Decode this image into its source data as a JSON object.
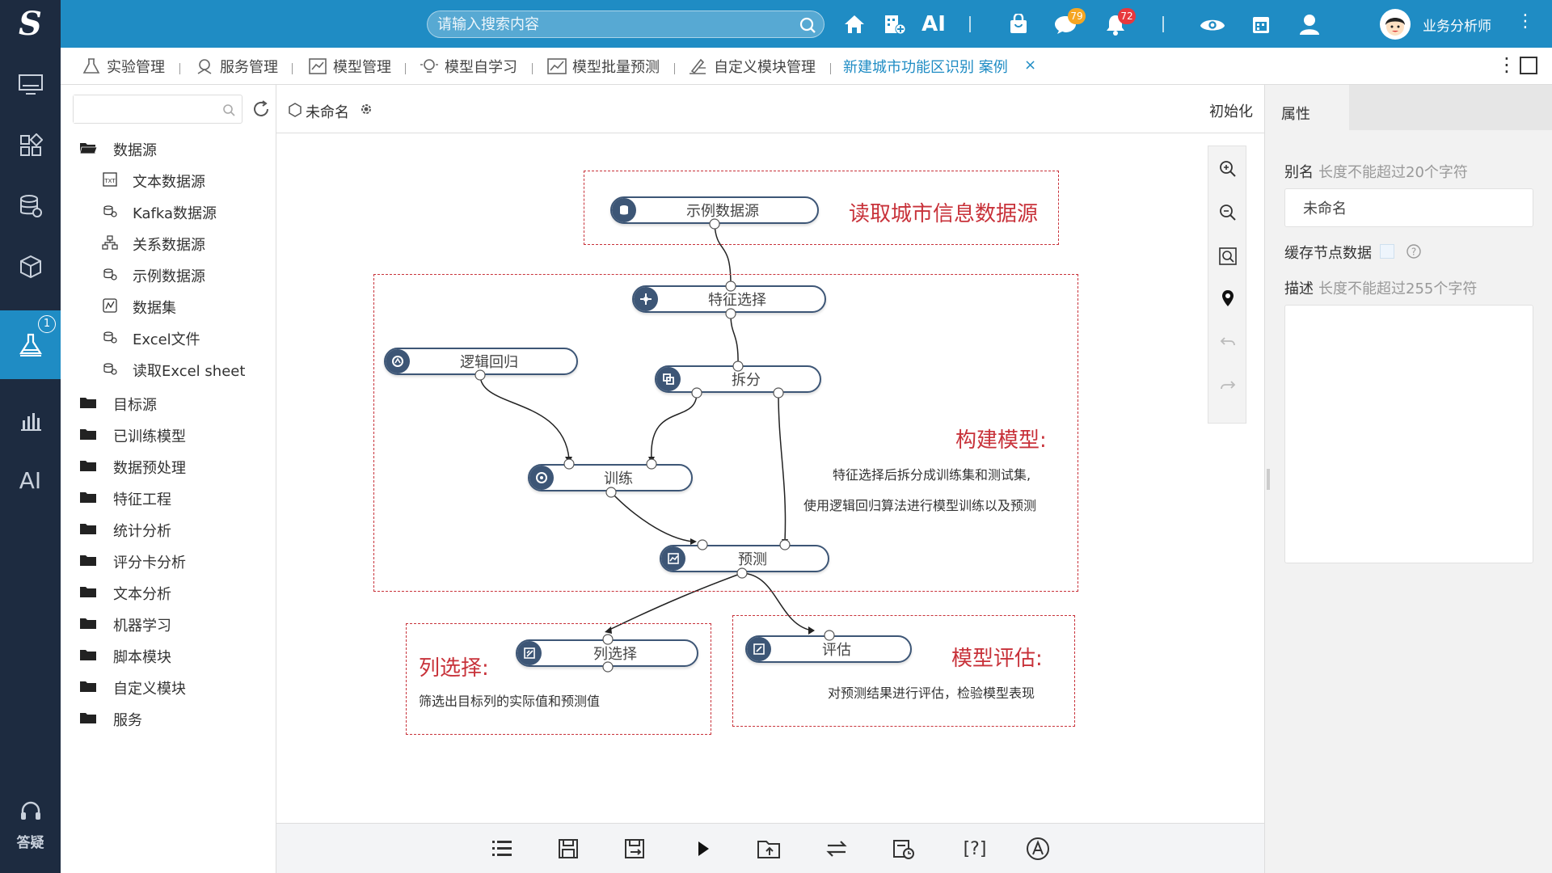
{
  "app": {
    "logo_text": "S"
  },
  "header": {
    "search_placeholder": "请输入搜索内容",
    "ai_label": "AI",
    "messages_badge": "79",
    "notifications_badge": "72",
    "user_name": "业务分析师"
  },
  "leftnav": {
    "ai_label": "AI",
    "active_badge": "1",
    "help_label": "答疑"
  },
  "tabs": [
    {
      "label": "实验管理"
    },
    {
      "label": "服务管理"
    },
    {
      "label": "模型管理"
    },
    {
      "label": "模型自学习"
    },
    {
      "label": "模型批量预测"
    },
    {
      "label": "自定义模块管理"
    },
    {
      "label": "新建城市功能区识别 案例"
    }
  ],
  "tab_close": "×",
  "tree": {
    "root": "数据源",
    "children": [
      "文本数据源",
      "Kafka数据源",
      "关系数据源",
      "示例数据源",
      "数据集",
      "Excel文件",
      "读取Excel sheet"
    ],
    "folders": [
      "目标源",
      "已训练模型",
      "数据预处理",
      "特征工程",
      "统计分析",
      "评分卡分析",
      "文本分析",
      "机器学习",
      "脚本模块",
      "自定义模块",
      "服务"
    ]
  },
  "canvas": {
    "title": "未命名",
    "init_label": "初始化"
  },
  "nodes": {
    "sample_source": "示例数据源",
    "feature_select": "特征选择",
    "logistic": "逻辑回归",
    "split": "拆分",
    "train": "训练",
    "predict": "预测",
    "column_select": "列选择",
    "evaluate": "评估"
  },
  "groups": {
    "read": {
      "title": "读取城市信息数据源"
    },
    "build": {
      "title": "构建模型:",
      "desc1": "特征选择后拆分成训练集和测试集,",
      "desc2": "使用逻辑回归算法进行模型训练以及预测"
    },
    "colsel": {
      "title": "列选择:",
      "desc": "筛选出目标列的实际值和预测值"
    },
    "eval": {
      "title": "模型评估:",
      "desc": "对预测结果进行评估，检验模型表现"
    }
  },
  "props": {
    "tab": "属性",
    "alias_label": "别名",
    "alias_hint": "长度不能超过20个字符",
    "alias_value": "未命名",
    "cache_label": "缓存节点数据",
    "desc_label": "描述",
    "desc_hint": "长度不能超过255个字符"
  },
  "bottom_help": "[?]"
}
